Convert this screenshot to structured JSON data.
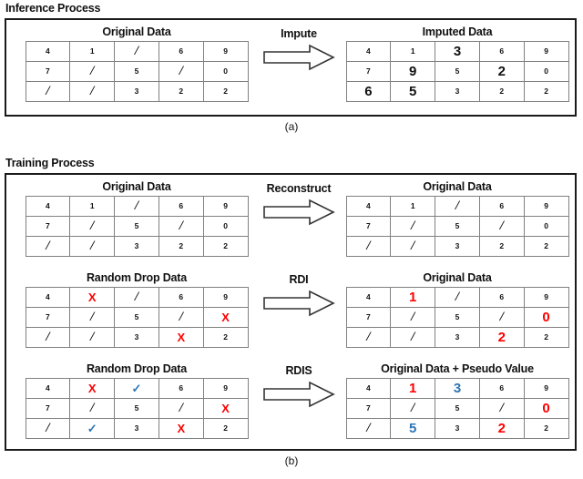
{
  "figure": {
    "panel_a": {
      "heading": "Inference Process",
      "caption": "(a)",
      "rows": [
        {
          "left_title": "Original Data",
          "left_grid": [
            [
              {
                "v": "4"
              },
              {
                "v": "1"
              },
              {
                "v": "/",
                "s": "slash"
              },
              {
                "v": "6"
              },
              {
                "v": "9"
              }
            ],
            [
              {
                "v": "7"
              },
              {
                "v": "/",
                "s": "slash"
              },
              {
                "v": "5"
              },
              {
                "v": "/",
                "s": "slash"
              },
              {
                "v": "0"
              }
            ],
            [
              {
                "v": "/",
                "s": "slash"
              },
              {
                "v": "/",
                "s": "slash"
              },
              {
                "v": "3"
              },
              {
                "v": "2"
              },
              {
                "v": "2"
              }
            ]
          ],
          "operation": "Impute",
          "right_title": "Imputed Data",
          "right_grid": [
            [
              {
                "v": "4"
              },
              {
                "v": "1"
              },
              {
                "v": "3",
                "s": "big"
              },
              {
                "v": "6"
              },
              {
                "v": "9"
              }
            ],
            [
              {
                "v": "7"
              },
              {
                "v": "9",
                "s": "big"
              },
              {
                "v": "5"
              },
              {
                "v": "2",
                "s": "big"
              },
              {
                "v": "0"
              }
            ],
            [
              {
                "v": "6",
                "s": "big"
              },
              {
                "v": "5",
                "s": "big"
              },
              {
                "v": "3"
              },
              {
                "v": "2"
              },
              {
                "v": "2"
              }
            ]
          ]
        }
      ]
    },
    "panel_b": {
      "heading": "Training Process",
      "caption": "(b)",
      "rows": [
        {
          "left_title": "Original Data",
          "left_grid": [
            [
              {
                "v": "4"
              },
              {
                "v": "1"
              },
              {
                "v": "/",
                "s": "slash"
              },
              {
                "v": "6"
              },
              {
                "v": "9"
              }
            ],
            [
              {
                "v": "7"
              },
              {
                "v": "/",
                "s": "slash"
              },
              {
                "v": "5"
              },
              {
                "v": "/",
                "s": "slash"
              },
              {
                "v": "0"
              }
            ],
            [
              {
                "v": "/",
                "s": "slash"
              },
              {
                "v": "/",
                "s": "slash"
              },
              {
                "v": "3"
              },
              {
                "v": "2"
              },
              {
                "v": "2"
              }
            ]
          ],
          "operation": "Reconstruct",
          "right_title": "Original Data",
          "right_grid": [
            [
              {
                "v": "4"
              },
              {
                "v": "1"
              },
              {
                "v": "/",
                "s": "slash"
              },
              {
                "v": "6"
              },
              {
                "v": "9"
              }
            ],
            [
              {
                "v": "7"
              },
              {
                "v": "/",
                "s": "slash"
              },
              {
                "v": "5"
              },
              {
                "v": "/",
                "s": "slash"
              },
              {
                "v": "0"
              }
            ],
            [
              {
                "v": "/",
                "s": "slash"
              },
              {
                "v": "/",
                "s": "slash"
              },
              {
                "v": "3"
              },
              {
                "v": "2"
              },
              {
                "v": "2"
              }
            ]
          ]
        },
        {
          "left_title": "Random Drop Data",
          "left_grid": [
            [
              {
                "v": "4"
              },
              {
                "v": "X",
                "s": "mark red"
              },
              {
                "v": "/",
                "s": "slash"
              },
              {
                "v": "6"
              },
              {
                "v": "9"
              }
            ],
            [
              {
                "v": "7"
              },
              {
                "v": "/",
                "s": "slash"
              },
              {
                "v": "5"
              },
              {
                "v": "/",
                "s": "slash"
              },
              {
                "v": "X",
                "s": "mark red"
              }
            ],
            [
              {
                "v": "/",
                "s": "slash"
              },
              {
                "v": "/",
                "s": "slash"
              },
              {
                "v": "3"
              },
              {
                "v": "X",
                "s": "mark red"
              },
              {
                "v": "2"
              }
            ]
          ],
          "operation": "RDI",
          "right_title": "Original Data",
          "right_grid": [
            [
              {
                "v": "4"
              },
              {
                "v": "1",
                "s": "big red"
              },
              {
                "v": "/",
                "s": "slash"
              },
              {
                "v": "6"
              },
              {
                "v": "9"
              }
            ],
            [
              {
                "v": "7"
              },
              {
                "v": "/",
                "s": "slash"
              },
              {
                "v": "5"
              },
              {
                "v": "/",
                "s": "slash"
              },
              {
                "v": "0",
                "s": "big red"
              }
            ],
            [
              {
                "v": "/",
                "s": "slash"
              },
              {
                "v": "/",
                "s": "slash"
              },
              {
                "v": "3"
              },
              {
                "v": "2",
                "s": "big red"
              },
              {
                "v": "2"
              }
            ]
          ]
        },
        {
          "left_title": "Random Drop Data",
          "left_grid": [
            [
              {
                "v": "4"
              },
              {
                "v": "X",
                "s": "mark red"
              },
              {
                "v": "✓",
                "s": "check"
              },
              {
                "v": "6"
              },
              {
                "v": "9"
              }
            ],
            [
              {
                "v": "7"
              },
              {
                "v": "/",
                "s": "slash"
              },
              {
                "v": "5"
              },
              {
                "v": "/",
                "s": "slash"
              },
              {
                "v": "X",
                "s": "mark red"
              }
            ],
            [
              {
                "v": "/",
                "s": "slash"
              },
              {
                "v": "✓",
                "s": "check"
              },
              {
                "v": "3"
              },
              {
                "v": "X",
                "s": "mark red"
              },
              {
                "v": "2"
              }
            ]
          ],
          "operation": "RDIS",
          "right_title": "Original Data + Pseudo Value",
          "right_grid": [
            [
              {
                "v": "4"
              },
              {
                "v": "1",
                "s": "big red"
              },
              {
                "v": "3",
                "s": "big blue"
              },
              {
                "v": "6"
              },
              {
                "v": "9"
              }
            ],
            [
              {
                "v": "7"
              },
              {
                "v": "/",
                "s": "slash"
              },
              {
                "v": "5"
              },
              {
                "v": "/",
                "s": "slash"
              },
              {
                "v": "0",
                "s": "big red"
              }
            ],
            [
              {
                "v": "/",
                "s": "slash"
              },
              {
                "v": "5",
                "s": "big blue"
              },
              {
                "v": "3"
              },
              {
                "v": "2",
                "s": "big red"
              },
              {
                "v": "2"
              }
            ]
          ]
        }
      ]
    },
    "colors": {
      "dropped": "#ff0000",
      "pseudo": "#2e75b6",
      "border": "#1a1a1a",
      "cell_border": "#808080"
    }
  }
}
